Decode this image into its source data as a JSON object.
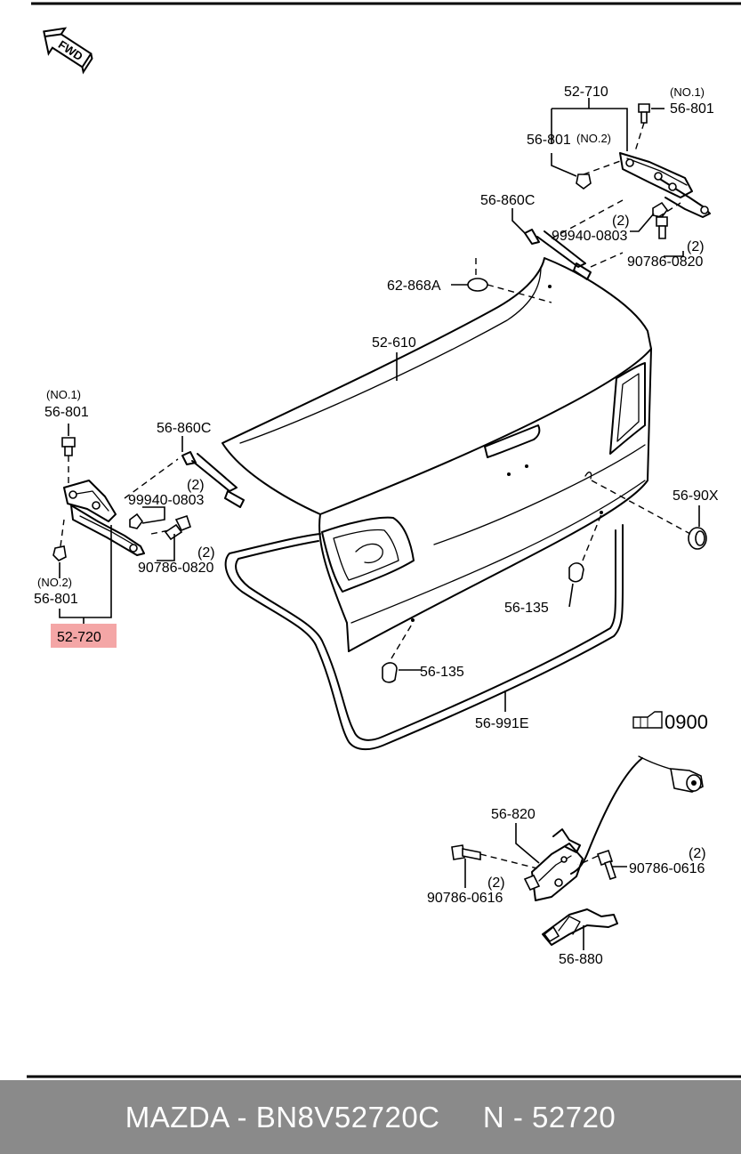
{
  "diagram": {
    "fwd": "FWD",
    "labels": {
      "p52710": "52-710",
      "no1_top": "(NO.1)",
      "p56801_top_right": "56-801",
      "p56801_no2_top": "56-801",
      "no2_top": "(NO.2)",
      "p56860c_right": "56-860C",
      "qty_99940_right": "(2)",
      "p99940_right": "99940-0803",
      "qty_90786_right": "(2)",
      "p90786_right": "90786-0820",
      "p62868a": "62-868A",
      "p52610": "52-610",
      "no1_left": "(NO.1)",
      "p56801_left_top": "56-801",
      "p56860c_left": "56-860C",
      "qty_99940_left": "(2)",
      "p99940_left": "99940-0803",
      "qty_90786_left": "(2)",
      "p90786_left": "90786-0820",
      "no2_left": "(NO.2)",
      "p56801_left_bottom": "56-801",
      "p52720": "52-720",
      "p5690x": "56-90X",
      "p56135_right": "56-135",
      "p56135_left": "56-135",
      "p56991e": "56-991E",
      "ref0900": "0900",
      "p56820": "56-820",
      "qty_90786_0616_right": "(2)",
      "p90786_0616_right": "90786-0616",
      "p90786_0616_left": "90786-0616",
      "qty_90786_0616_left": "(2)",
      "p56880": "56-880"
    },
    "highlight_color": "#f4a6a6"
  },
  "footer": {
    "text": "MAZDA - BN8V52720C     N - 52720",
    "background": "#8a8a8a"
  }
}
